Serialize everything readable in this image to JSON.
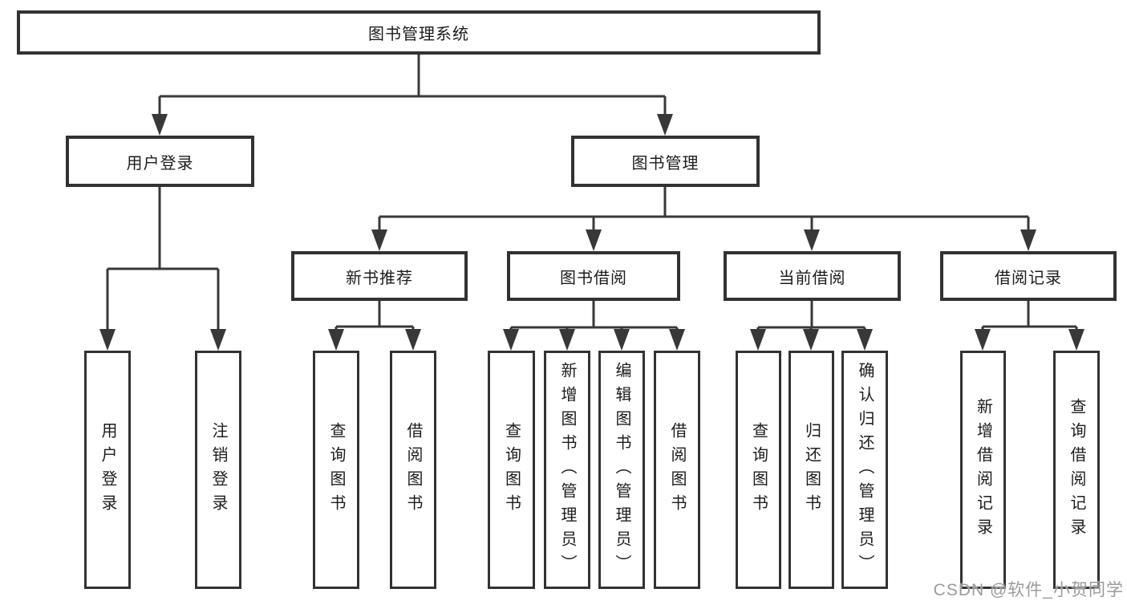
{
  "diagram": {
    "title_node": "图书管理系统",
    "root": {
      "label": "图书管理系统"
    },
    "level2": [
      {
        "label": "用户登录"
      },
      {
        "label": "图书管理"
      }
    ],
    "level3": [
      {
        "label": "新书推荐"
      },
      {
        "label": "图书借阅"
      },
      {
        "label": "当前借阅"
      },
      {
        "label": "借阅记录"
      }
    ],
    "leaves": {
      "user_login": [
        {
          "label": "用户登录"
        },
        {
          "label": "注销登录"
        }
      ],
      "new_book": [
        {
          "label": "查询图书"
        },
        {
          "label": "借阅图书"
        }
      ],
      "book_borrow": [
        {
          "label": "查询图书"
        },
        {
          "label": "新增图书（管理员）"
        },
        {
          "label": "编辑图书（管理员）"
        },
        {
          "label": "借阅图书"
        }
      ],
      "current_borrow": [
        {
          "label": "查询图书"
        },
        {
          "label": "归还图书"
        },
        {
          "label": "确认归还（管理员）"
        }
      ],
      "borrow_record": [
        {
          "label": "新增借阅记录"
        },
        {
          "label": "查询借阅记录"
        }
      ]
    },
    "colors": {
      "line": "#383838",
      "box_border": "#323232",
      "text": "#1c1c1c",
      "background": "#ffffff",
      "watermark": "#9b9b9b"
    }
  },
  "watermark": {
    "text": "CSDN @软件_小贺同学"
  }
}
